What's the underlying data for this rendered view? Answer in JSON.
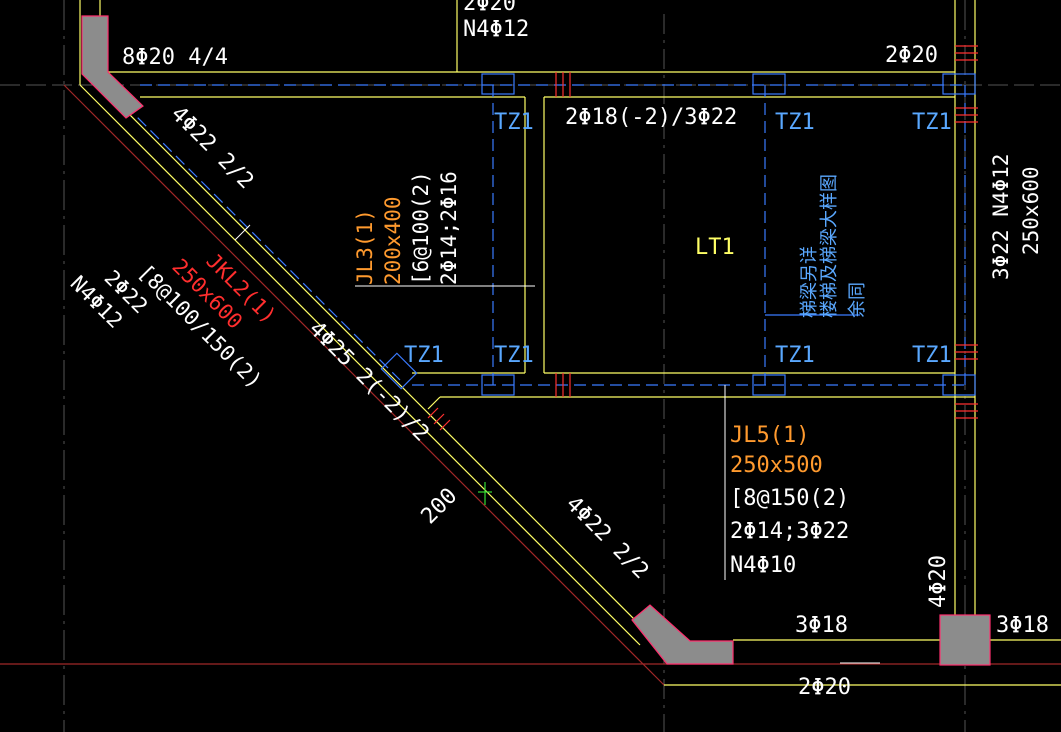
{
  "colors": {
    "background": "#000000",
    "beam_line": "#ffff66",
    "axis_line": "#b03030",
    "rebar_dashed": "#3a7bff",
    "column_fill": "#909090",
    "column_outline": "#ff2e6e",
    "text_white": "#ffffff",
    "text_orange": "#ff9a2e",
    "text_red": "#ff2e2e",
    "text_blue": "#5aa8ff"
  },
  "labels": {
    "top_partial": "2Φ20",
    "top_n4": "N4Φ12",
    "rebar_8d20": "8Φ20 4/4",
    "rebar_2d20_top": "2Φ20",
    "rebar_2d18": "2Φ18(-2)/3Φ22",
    "tz1": "TZ1",
    "lt1": "LT1",
    "stair_note_1": "楼梯及梯梁大样图",
    "stair_note_2": "梯梁另详",
    "stair_note_3": "余同",
    "right_beam_1": "3Φ22 N4Φ12",
    "right_beam_2": "250x600",
    "jl3_name": "JL3(1)",
    "jl3_size": "200x400",
    "jl3_stirrup": "[6@100(2)",
    "jl3_bars": "2Φ14;2Φ16",
    "diag_top_bar": "4Φ22 2/2",
    "jkl2_name": "JKL2(1)",
    "jkl2_size": "250x600",
    "jkl2_stirrup": "[8@100/150(2)",
    "jkl2_bars": "2Φ22",
    "jkl2_n4": "N4Φ12",
    "diag_mid_bar": "4Φ25 2(-2)/2",
    "dim_200": "200",
    "diag_bot_bar": "4Φ22 2/2",
    "jl5_name": "JL5(1)",
    "jl5_size": "250x500",
    "jl5_stirrup": "[8@150(2)",
    "jl5_bars": "2Φ14;3Φ22",
    "jl5_n4": "N4Φ10",
    "bar_4d20": "4Φ20",
    "bar_3d18_a": "3Φ18",
    "bar_3d18_b": "3Φ18",
    "bar_2d20_bot": "2Φ20"
  }
}
